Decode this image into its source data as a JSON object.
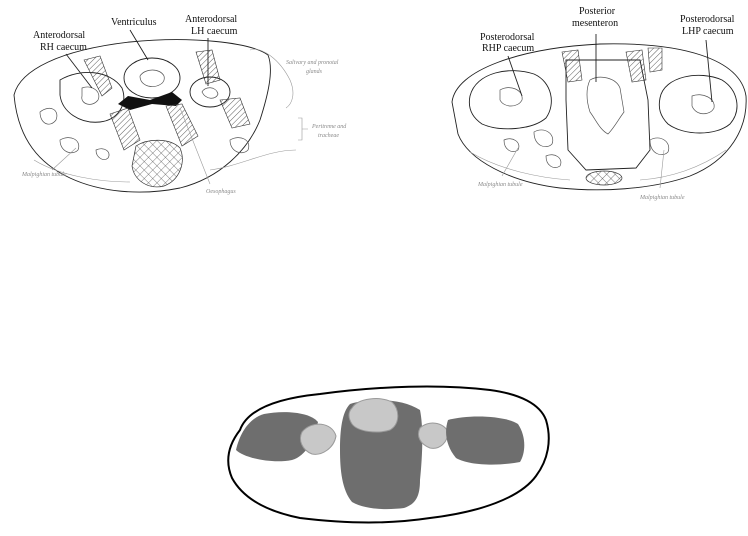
{
  "panel_left": {
    "labels": {
      "ventriculus": "Ventriculus",
      "anterodorsal_rh_line1": "Anterodorsal",
      "anterodorsal_rh_line2": "RH caecum",
      "anterodorsal_lh_line1": "Anterodorsal",
      "anterodorsal_lh_line2": "LH caecum",
      "salivary_line1": "Salivary and pronotal",
      "salivary_line2": "glands",
      "peritreme_line1": "Peritreme and",
      "peritreme_line2": "tracheae",
      "malpighian": "Malpighian tubule",
      "oesophagus": "Oesophagus"
    }
  },
  "panel_right": {
    "labels": {
      "posterodorsal_rhp_line1": "Posterodorsal",
      "posterodorsal_rhp_line2": "RHP caecum",
      "posterior_mes_line1": "Posterior",
      "posterior_mes_line2": "mesenteron",
      "posterodorsal_lhp_line1": "Posterodorsal",
      "posterodorsal_lhp_line2": "LHP caecum",
      "malpighian_left": "Malpighian tubule",
      "malpighian_right": "Malpighian tubule"
    }
  },
  "schematic": {
    "colors": {
      "dark": "#6e6e6e",
      "light": "#c8c8c8",
      "outline": "#000000"
    }
  }
}
